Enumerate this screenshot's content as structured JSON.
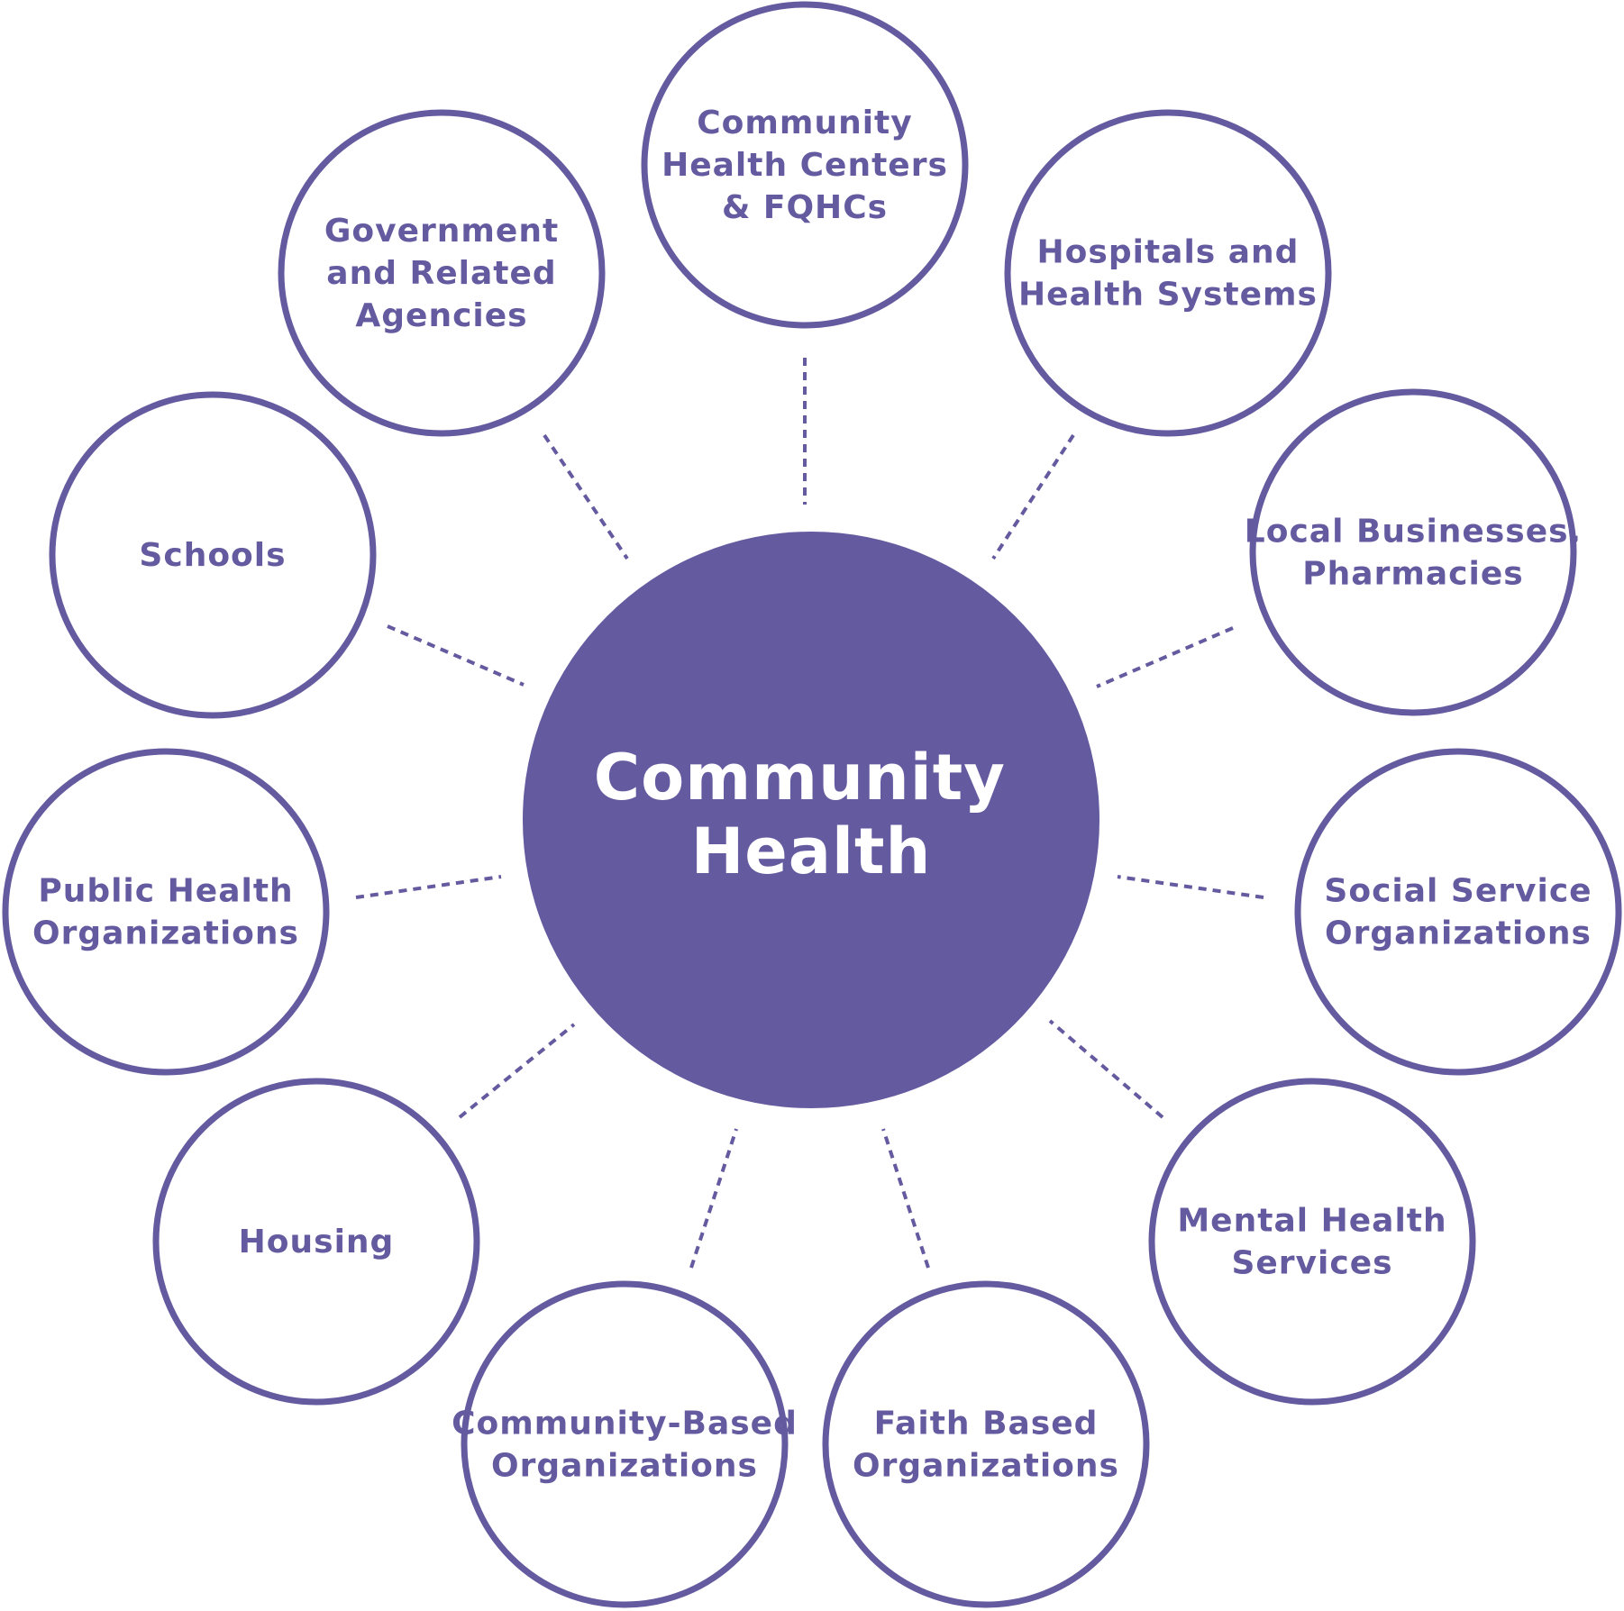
{
  "colors": {
    "accent": "#645a9f",
    "background": "#ffffff",
    "center_text": "#ffffff"
  },
  "center": {
    "label_lines": [
      "Community",
      "Health"
    ]
  },
  "nodes": [
    {
      "id": "community-health-centers",
      "label_lines": [
        "Community",
        "Health Centers",
        "& FQHCs"
      ]
    },
    {
      "id": "hospitals",
      "label_lines": [
        "Hospitals and",
        "Health Systems"
      ]
    },
    {
      "id": "local-businesses",
      "label_lines": [
        "Local Businesses,",
        "Pharmacies"
      ]
    },
    {
      "id": "social-service",
      "label_lines": [
        "Social Service",
        "Organizations"
      ]
    },
    {
      "id": "mental-health",
      "label_lines": [
        "Mental Health",
        "Services"
      ]
    },
    {
      "id": "faith-based",
      "label_lines": [
        "Faith Based",
        "Organizations"
      ]
    },
    {
      "id": "community-based",
      "label_lines": [
        "Community-Based",
        "Organizations"
      ]
    },
    {
      "id": "housing",
      "label_lines": [
        "Housing"
      ]
    },
    {
      "id": "public-health",
      "label_lines": [
        "Public Health",
        "Organizations"
      ]
    },
    {
      "id": "schools",
      "label_lines": [
        "Schools"
      ]
    },
    {
      "id": "government",
      "label_lines": [
        "Government",
        "and Related",
        "Agencies"
      ]
    }
  ]
}
